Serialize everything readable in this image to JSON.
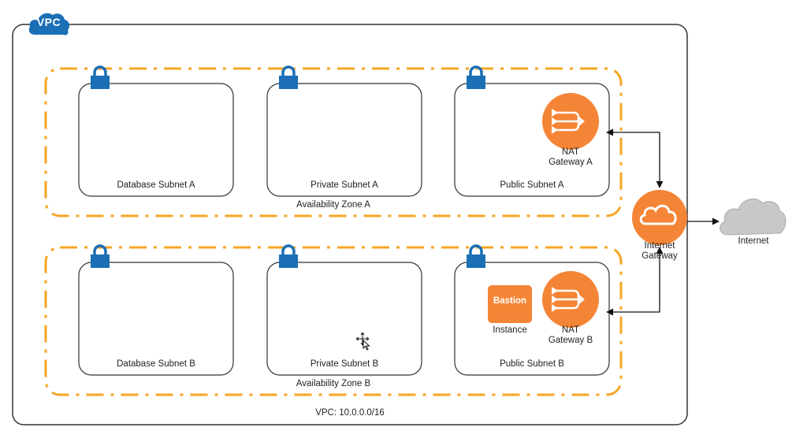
{
  "vpc": {
    "badge": "VPC",
    "cidr_label": "VPC: 10.0.0.0/16"
  },
  "zones": [
    {
      "label": "Availability Zone A",
      "subnets": [
        {
          "label": "Database Subnet A"
        },
        {
          "label": "Private Subnet A"
        },
        {
          "label": "Public Subnet A"
        }
      ],
      "nat_label_line1": "NAT",
      "nat_label_line2": "Gateway A"
    },
    {
      "label": "Availability Zone B",
      "subnets": [
        {
          "label": "Database Subnet B"
        },
        {
          "label": "Private Subnet B"
        },
        {
          "label": "Public Subnet B"
        }
      ],
      "nat_label_line1": "NAT",
      "nat_label_line2": "Gateway B"
    }
  ],
  "bastion": {
    "badge": "Bastion",
    "label": "Instance"
  },
  "internet_gateway": {
    "line1": "Internet",
    "line2": "Gateway"
  },
  "internet": {
    "label": "Internet"
  },
  "icons": {
    "lock": "lock-icon",
    "nat": "nat-gateway-icon",
    "igw": "internet-gateway-icon",
    "cloud": "cloud-icon",
    "cursor": "move-cursor-icon"
  },
  "colors": {
    "vpc_blue": "#1a6fb5",
    "zone_orange": "#f5a623",
    "aws_orange": "#f58536",
    "cloud_gray": "#c8c8c8",
    "border_dark": "#333333"
  }
}
